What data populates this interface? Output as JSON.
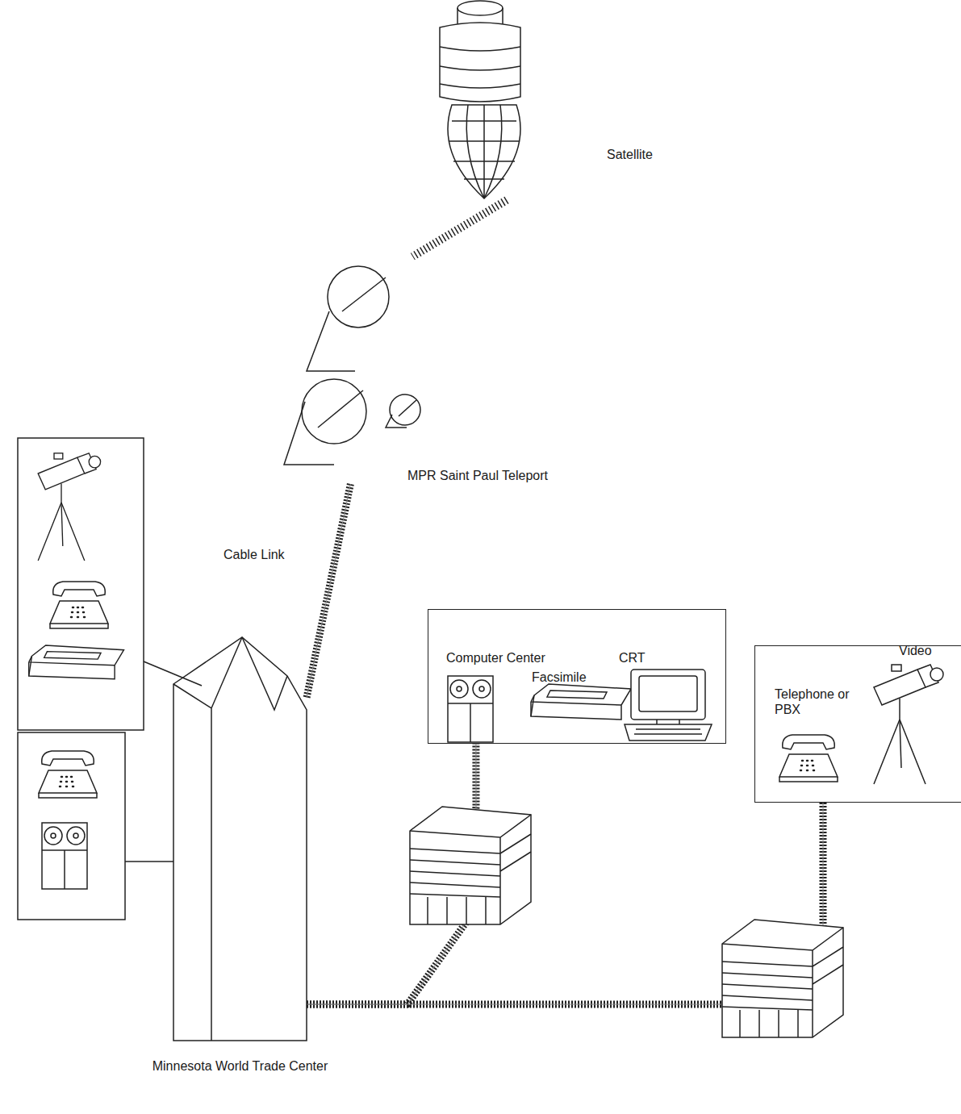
{
  "diagram": {
    "nodes": [
      {
        "text": [
          "Satellite"
        ]
      },
      {
        "text": [
          "MPR Saint Paul Teleport"
        ]
      },
      {
        "text": [
          "Minnesota World Trade Center"
        ]
      },
      {
        "text": [
          "Computer Center",
          "Facsimile",
          "CRT"
        ]
      },
      {
        "text": [
          "Telephone or PBX",
          "Video"
        ]
      }
    ],
    "edges": [
      {
        "from": 0,
        "to": 1,
        "arrow": "none"
      },
      {
        "from": 1,
        "to": 2,
        "label": "Cable Link",
        "arrow": "none"
      },
      {
        "from": 2,
        "to": 3,
        "arrow": "none"
      },
      {
        "from": 2,
        "to": 4,
        "arrow": "none"
      }
    ]
  }
}
